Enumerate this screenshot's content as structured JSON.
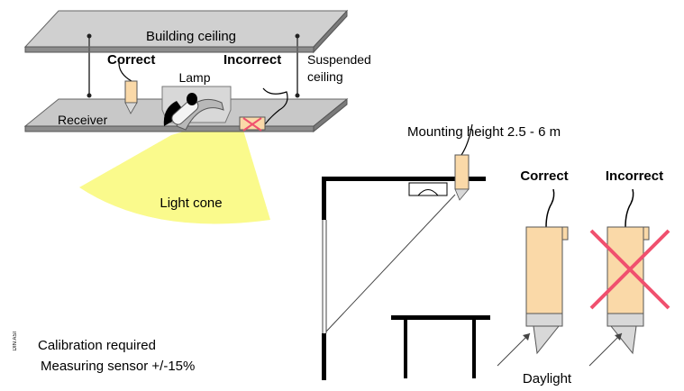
{
  "ceiling": {
    "building_ceiling": "Building ceiling",
    "suspended_ceiling_line1": "Suspended",
    "suspended_ceiling_line2": "ceiling",
    "receiver": "Receiver",
    "lamp": "Lamp",
    "light_cone": "Light cone",
    "correct": "Correct",
    "incorrect": "Incorrect"
  },
  "room": {
    "mounting_height": "Mounting height 2.5 - 6 m"
  },
  "sensors": {
    "correct": "Correct",
    "incorrect": "Incorrect",
    "daylight": "Daylight"
  },
  "notes": {
    "calibration": "Calibration required",
    "measuring": "Measuring sensor +/-15%",
    "side_code": "DIN ASI"
  },
  "colors": {
    "sensor_fill": "#fad9a8",
    "light_cone": "#fafa8c",
    "cross": "#f0506e",
    "ceiling_top": "#d0d0d0",
    "ceiling_side": "#8c8c8c"
  }
}
